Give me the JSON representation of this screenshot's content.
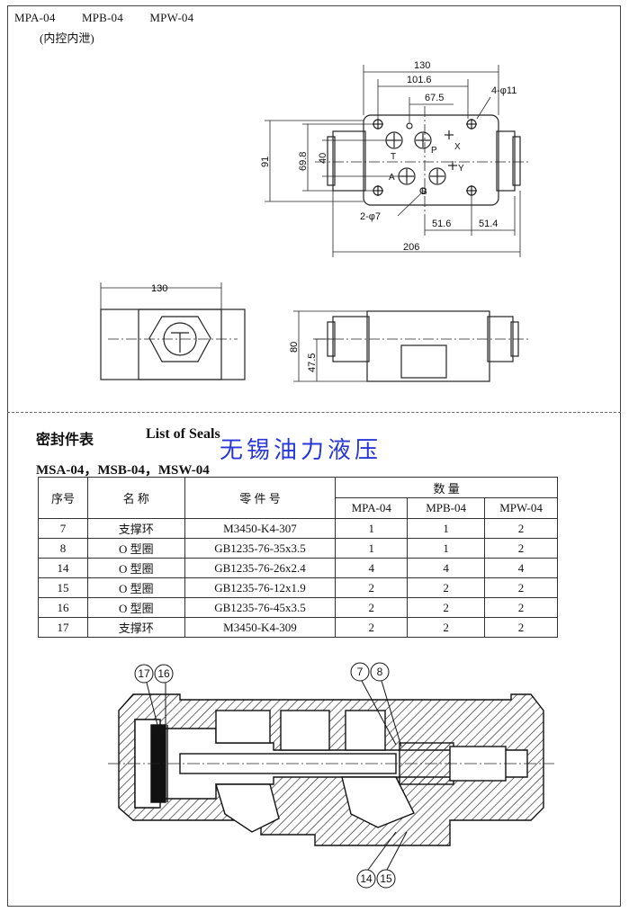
{
  "header": {
    "models": [
      "MPA-04",
      "MPB-04",
      "MPW-04"
    ],
    "subtitle": "(内控内泄)"
  },
  "dimensions": {
    "d130": "130",
    "d101_6": "101.6",
    "d67_5": "67.5",
    "holes4": "4-φ11",
    "d40": "40",
    "d69_8": "69.8",
    "d91": "91",
    "holes2": "2-φ7",
    "d51_6": "51.6",
    "d51_4": "51.4",
    "d206": "206",
    "d130b": "130",
    "d80": "80",
    "d47_5": "47.5",
    "port_t": "T",
    "port_p": "P",
    "port_x": "X",
    "port_a": "A",
    "port_b": "B",
    "port_y": "Y"
  },
  "seals": {
    "title_cn": "密封件表",
    "title_en": "List of Seals",
    "watermark": "无锡油力液压",
    "series": "MSA-04，MSB-04，MSW-04",
    "columns": {
      "no": "序号",
      "name": "名 称",
      "part": "零 件 号",
      "qty": "数 量",
      "mpa": "MPA-04",
      "mpb": "MPB-04",
      "mpw": "MPW-04"
    },
    "rows": [
      {
        "no": "7",
        "name": "支撑环",
        "part": "M3450-K4-307",
        "mpa": "1",
        "mpb": "1",
        "mpw": "2"
      },
      {
        "no": "8",
        "name": "O 型圈",
        "part": "GB1235-76-35x3.5",
        "mpa": "1",
        "mpb": "1",
        "mpw": "2"
      },
      {
        "no": "14",
        "name": "O 型圈",
        "part": "GB1235-76-26x2.4",
        "mpa": "4",
        "mpb": "4",
        "mpw": "4"
      },
      {
        "no": "15",
        "name": "O 型圈",
        "part": "GB1235-76-12x1.9",
        "mpa": "2",
        "mpb": "2",
        "mpw": "2"
      },
      {
        "no": "16",
        "name": "O 型圈",
        "part": "GB1235-76-45x3.5",
        "mpa": "2",
        "mpb": "2",
        "mpw": "2"
      },
      {
        "no": "17",
        "name": "支撑环",
        "part": "M3450-K4-309",
        "mpa": "2",
        "mpb": "2",
        "mpw": "2"
      }
    ]
  },
  "callouts": {
    "c17": "17",
    "c16": "16",
    "c7": "7",
    "c8": "8",
    "c14": "14",
    "c15": "15"
  }
}
